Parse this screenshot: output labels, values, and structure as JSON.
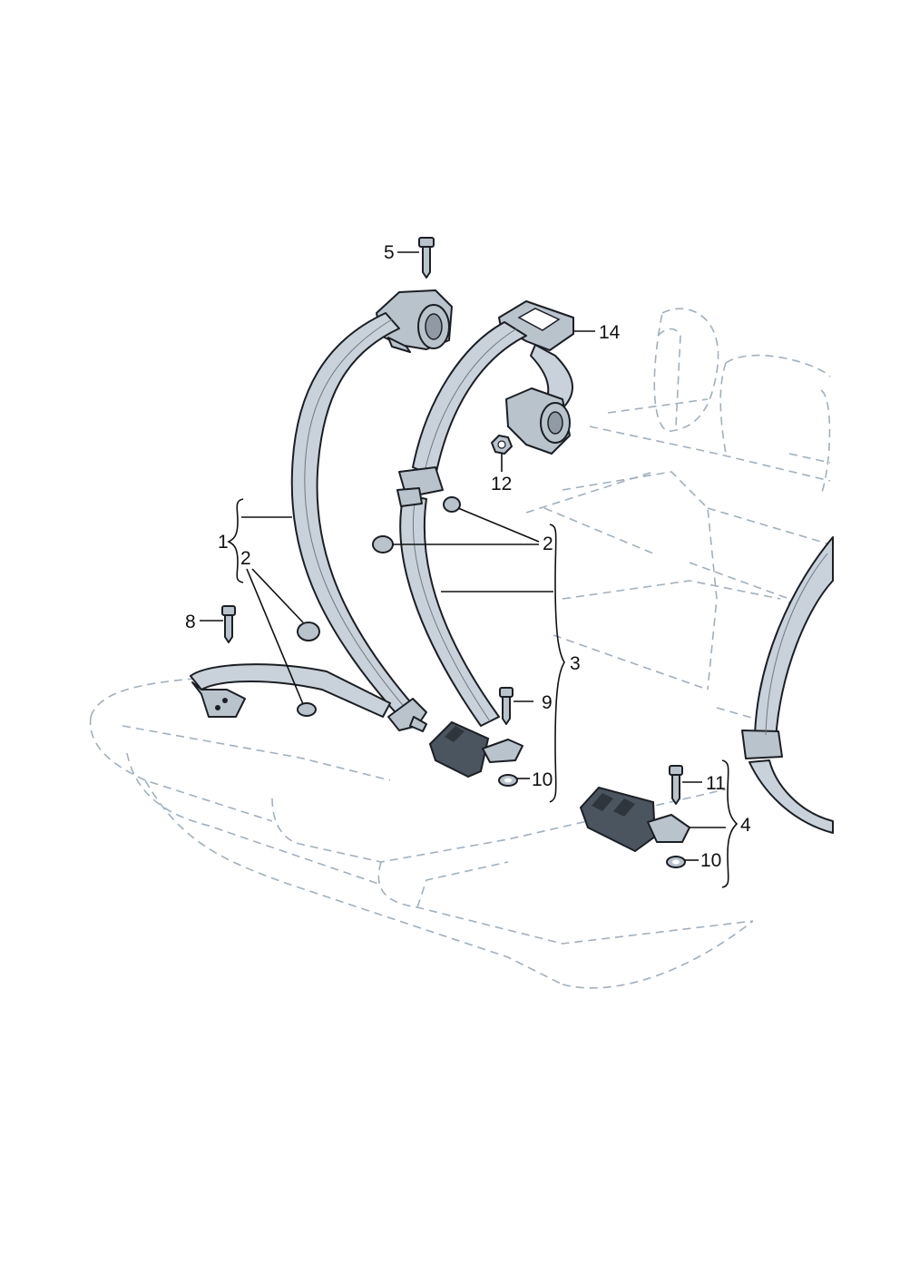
{
  "callouts": {
    "c5": "5",
    "c14": "14",
    "c12": "12",
    "c1": "1",
    "c2_left": "2",
    "c2_right": "2",
    "c8": "8",
    "c3": "3",
    "c9": "9",
    "c10_center": "10",
    "c11": "11",
    "c4": "4",
    "c10_right": "10"
  },
  "colors": {
    "seat_outline": "#9fb0c0",
    "part_fill": "#b9c3cc",
    "outline": "#1b1f24"
  }
}
